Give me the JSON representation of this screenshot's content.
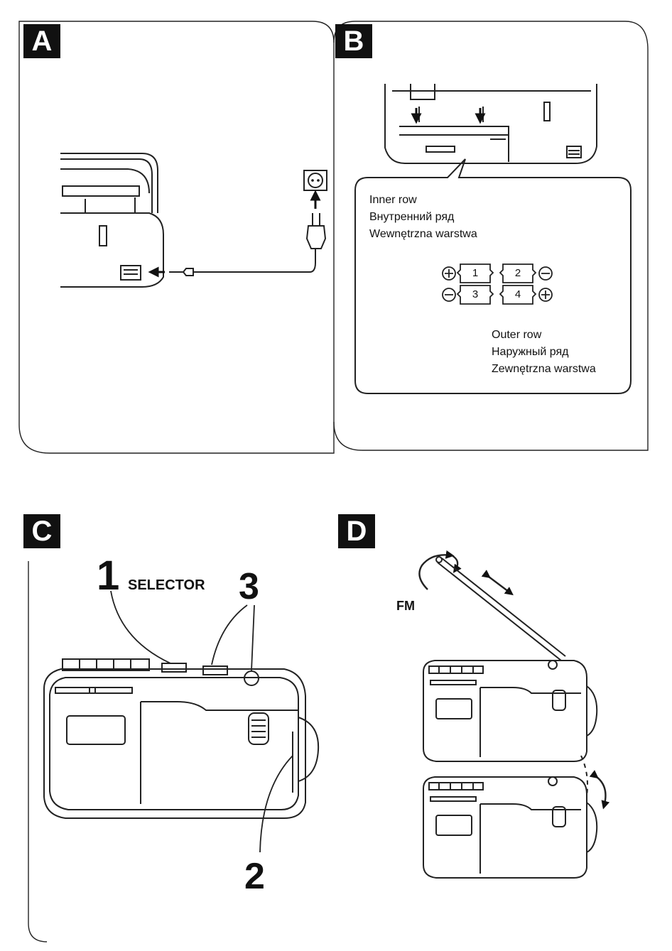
{
  "panels": {
    "a": {
      "badge": "A"
    },
    "b": {
      "badge": "B",
      "inner_row": [
        "Inner row",
        "Внутренний ряд",
        "Wewnętrzna warstwa"
      ],
      "outer_row": [
        "Outer row",
        "Наружный ряд",
        "Zewnętrzna warstwa"
      ],
      "cells": [
        "1",
        "2",
        "3",
        "4"
      ]
    },
    "c": {
      "badge": "C",
      "step_1": "1",
      "selector_label": "SELECTOR",
      "step_2": "2",
      "step_3": "3"
    },
    "d": {
      "badge": "D",
      "fm_label": "FM"
    }
  }
}
